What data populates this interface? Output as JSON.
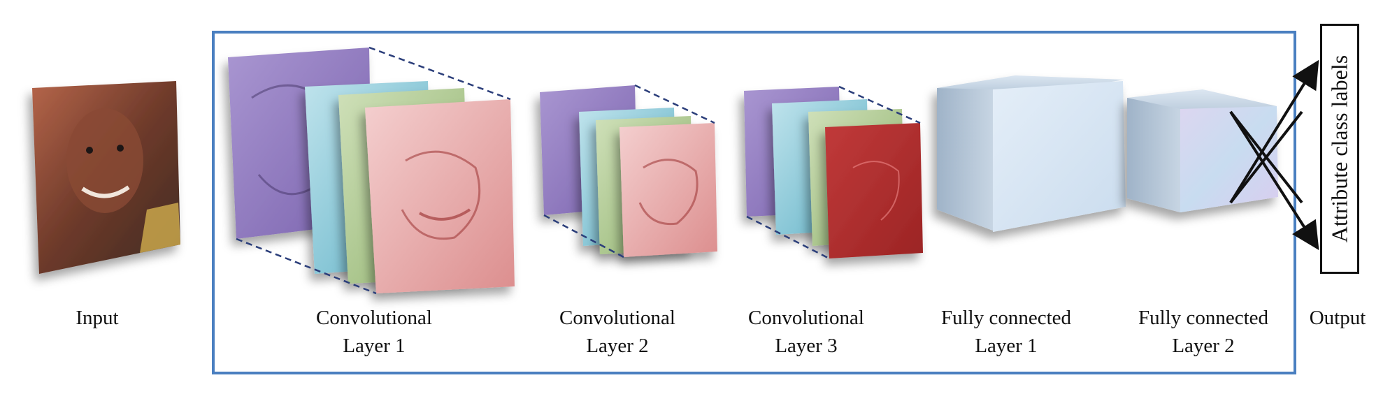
{
  "labels": {
    "input": "Input",
    "conv1": [
      "Convolutional",
      "Layer 1"
    ],
    "conv2": [
      "Convolutional",
      "Layer 2"
    ],
    "conv3": [
      "Convolutional",
      "Layer 3"
    ],
    "fc1": [
      "Fully connected",
      "Layer 1"
    ],
    "fc2": [
      "Fully connected",
      "Layer 2"
    ],
    "output": "Output"
  },
  "output_box_text": "Attribute class labels",
  "colors": {
    "network_frame": "#4a7fc0",
    "dashed_lines": "#2b3e7a",
    "map_purple": "#9a84c4",
    "map_cyan": "#8ec9d6",
    "map_green": "#a9c58c",
    "map_pink": "#e6a6a6",
    "map_red": "#b32e2e",
    "fc_block": "#c4d6ea"
  }
}
